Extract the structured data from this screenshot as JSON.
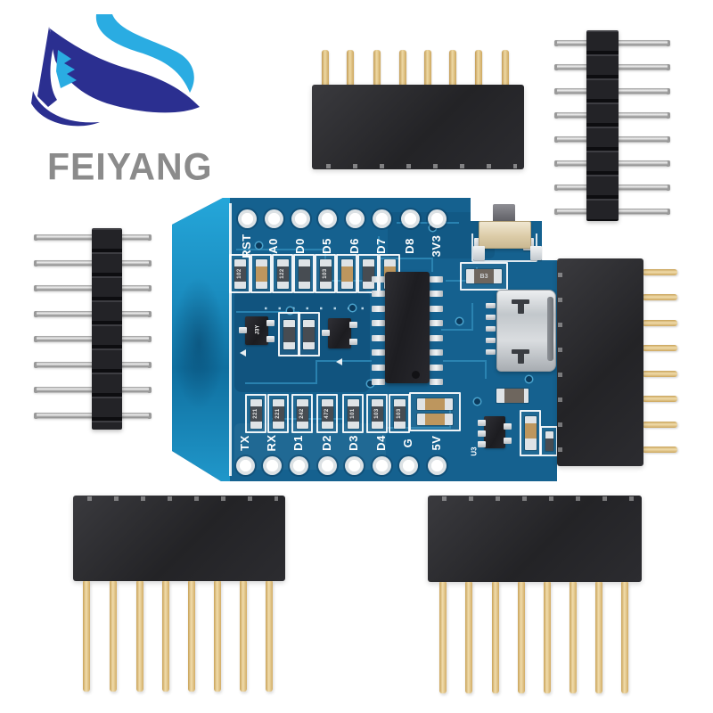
{
  "background_color": "#ffffff",
  "logo": {
    "brand": "FEIYANG",
    "dark_blue": "#2b2f90",
    "light_blue": "#2aace2",
    "text_color": "#8b8b8b"
  },
  "pcb": {
    "top_pin_labels": [
      "RST",
      "A0",
      "D0",
      "D5",
      "D6",
      "D7",
      "D8",
      "3V3"
    ],
    "bottom_pin_labels": [
      "TX",
      "RX",
      "D1",
      "D2",
      "D3",
      "D4",
      "G",
      "5V"
    ],
    "diode_marking": "B3",
    "regulator_marking": "U3",
    "transistor_marking": "J3Y",
    "top_smd_codes": [
      "102",
      "",
      "122",
      "",
      "103",
      "",
      "",
      ""
    ],
    "bottom_smd_codes": [
      "221",
      "221",
      "242",
      "472",
      "101",
      "103",
      "103"
    ],
    "colors": {
      "board": "#15618f",
      "antenna": "#209ed2",
      "trace": "#2e8ab8",
      "silkscreen": "#ffffff",
      "hole_ring": "#c9d2d8"
    }
  },
  "headers": {
    "top_socket_pins": 8,
    "right_socket_pins": 8,
    "bottom_left_socket_pins": 8,
    "bottom_right_socket_pins": 8,
    "left_strip_pins": 8,
    "top_right_strip_pins": 8,
    "plastic_color": "#28282b",
    "gold_pin_color": "#dcbc7e",
    "silver_pin_color": "#c9c9c9"
  }
}
